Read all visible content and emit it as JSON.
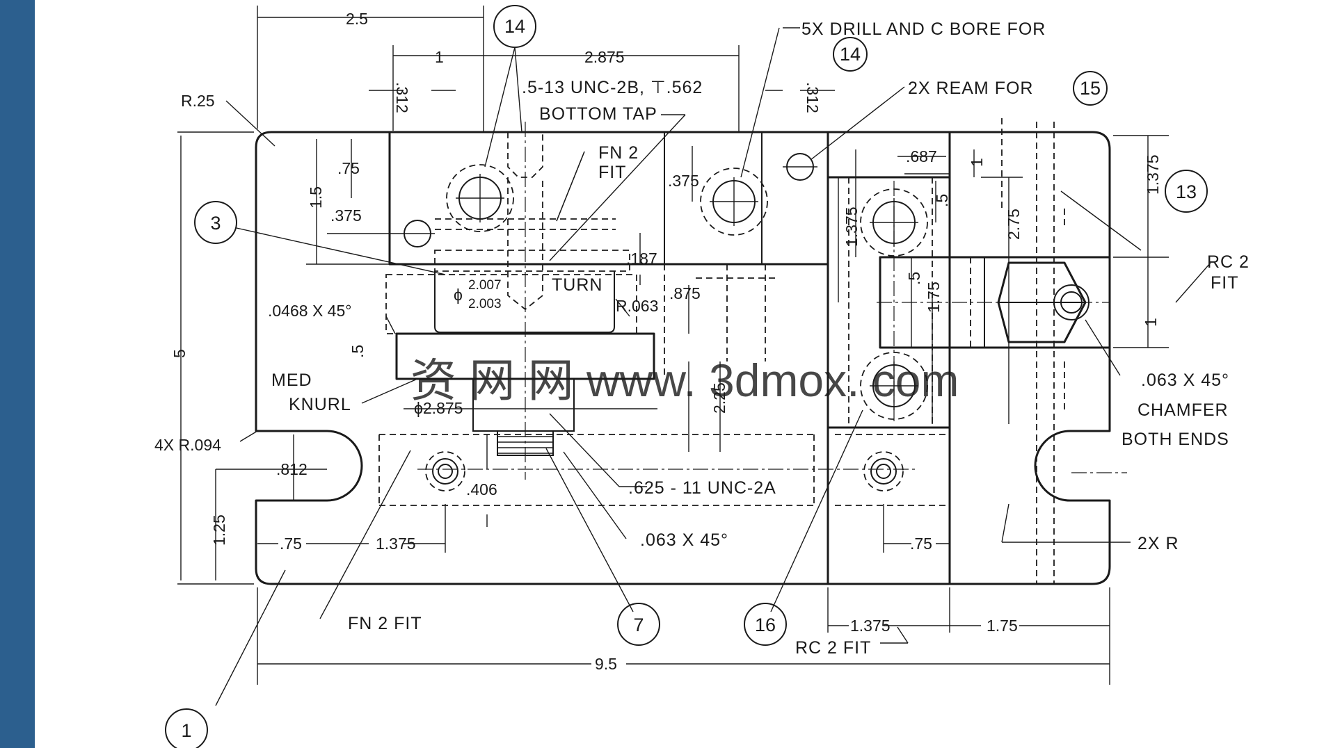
{
  "dimensions": {
    "d_2_5": "2.5",
    "d_1": "1",
    "d_2_875": "2.875",
    "d_312a": ".312",
    "d_312b": ".312",
    "d_R25": "R.25",
    "d_75a": ".75",
    "d_1_5": "1.5",
    "d_375a": ".375",
    "d_375b": ".375",
    "d_187": ".187",
    "d_875": ".875",
    "d_5_total": "5",
    "d_0468": ".0468 X 45°",
    "d_5_knurl": ".5",
    "d_phi2875": "ϕ2.875",
    "d_2_25": "2.25",
    "d_4xR094": "4X R.094",
    "d_812": ".812",
    "d_406": ".406",
    "d_1_25": "1.25",
    "d_75b": ".75",
    "d_1_375a": "1.375",
    "d_687": ".687",
    "d_1_375b": "1.375",
    "d_5_r1": ".5",
    "d_2_75": "2.75",
    "d_1_375c": "1.375",
    "d_5_r2": ".5",
    "d_1_75v": "1.75",
    "d_1_r1": "1",
    "d_1_r2": "1",
    "d_75c": ".75",
    "d_1_375d": "1.375",
    "d_1_75h": "1.75",
    "d_9_5": "9.5",
    "d_phi_hi": "2.007",
    "d_phi_lo": "2.003",
    "d_R063": "R.063",
    "d_phi": "ϕ"
  },
  "notes": {
    "tap_1": ".5-13 UNC-2B, ⊤.562",
    "tap_2": "BOTTOM TAP",
    "fn2_top_1": "FN 2",
    "fn2_top_2": "FIT",
    "turn": "TURN",
    "med": "MED",
    "knurl": "KNURL",
    "thread": ".625 - 11 UNC-2A",
    "chamfer_063": ".063 X 45°",
    "fn2_bottom": "FN 2  FIT",
    "drill_1": "5X DRILL AND C BORE  FOR",
    "ream": "2X REAM  FOR",
    "rc2_right_1": "RC 2",
    "rc2_right_2": "FIT",
    "chamfer_right_1": ".063 X 45°",
    "chamfer_right_2": "CHAMFER",
    "chamfer_right_3": "BOTH ENDS",
    "two_x_r": "2X R",
    "rc2_bottom": "RC 2  FIT"
  },
  "balloons": {
    "b14_top": "14",
    "b14_note": "14",
    "b15": "15",
    "b3": "3",
    "b13": "13",
    "b7": "7",
    "b16": "16",
    "b1": "1"
  },
  "watermark": "资 网 网 www. 3dmox. com",
  "colors": {
    "sidebar": "#2c5f8e",
    "line": "#1a1a1a"
  }
}
